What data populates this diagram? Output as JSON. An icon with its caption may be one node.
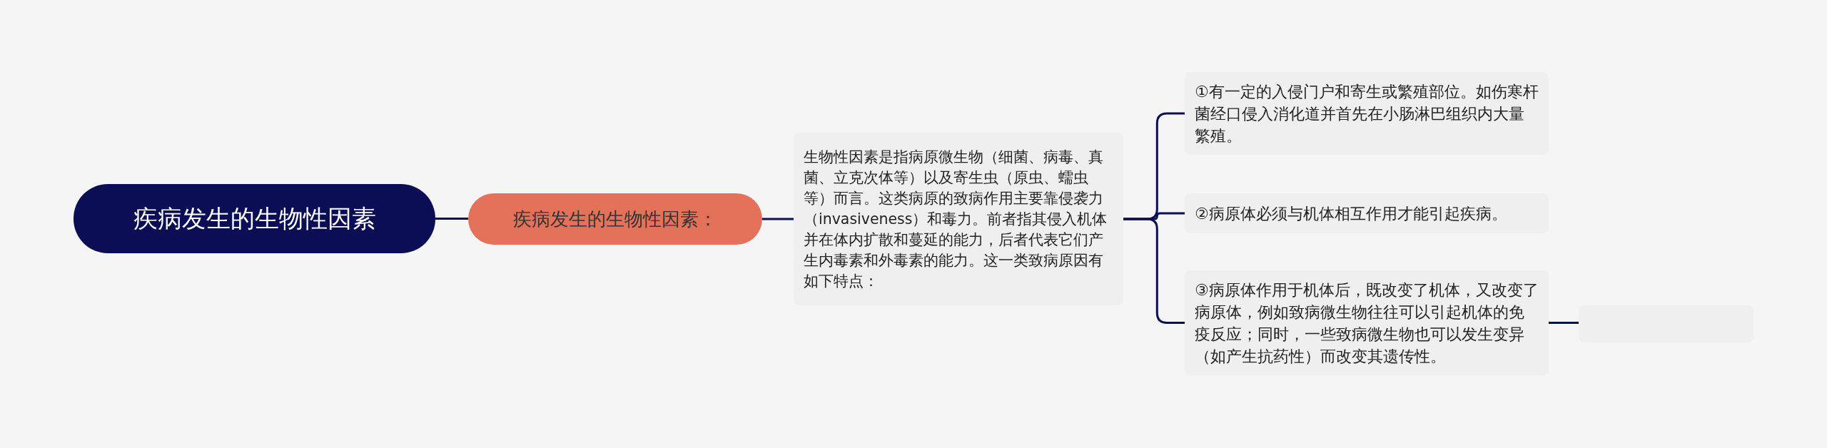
{
  "diagram": {
    "nodes": [
      {
        "text": [
          "疾病发生的生物性因素"
        ]
      },
      {
        "text": [
          "疾病发生的生物性因素："
        ]
      },
      {
        "text": [
          "生物性因素是指病原微生物（细菌、病毒、真菌、立克次体等）以及寄生虫（原虫、蠕虫等）而言。这类病原的致病作用主要靠侵袭力（invasiveness）和毒力。前者指其侵入机体并在体内扩散和蔓延的能力，后者代表它们产生内毒素和外毒素的能力。这一类致病原因有如下特点："
        ]
      },
      {
        "text": [
          "①有一定的入侵门户和寄生或繁殖部位。如伤寒杆菌经口侵入消化道并首先在小肠淋巴组织内大量繁殖。"
        ]
      },
      {
        "text": [
          "②病原体必须与机体相互作用才能引起疾病。"
        ]
      },
      {
        "text": [
          "③病原体作用于机体后，既改变了机体，又改变了病原体，例如致病微生物往往可以引起机体的免疫反应；同时，一些致病微生物也可以发生变异（如产生抗药性）而改变其遗传性。"
        ]
      },
      {
        "text": [],
        "shape": "box"
      }
    ],
    "edges": [
      {
        "from": 0,
        "to": 1,
        "arrow": "none"
      },
      {
        "from": 1,
        "to": 2,
        "arrow": "none"
      },
      {
        "from": 2,
        "to": 3,
        "arrow": "none"
      },
      {
        "from": 2,
        "to": 4,
        "arrow": "none"
      },
      {
        "from": 2,
        "to": 5,
        "arrow": "none"
      },
      {
        "from": 5,
        "to": 6,
        "arrow": "none"
      }
    ]
  }
}
